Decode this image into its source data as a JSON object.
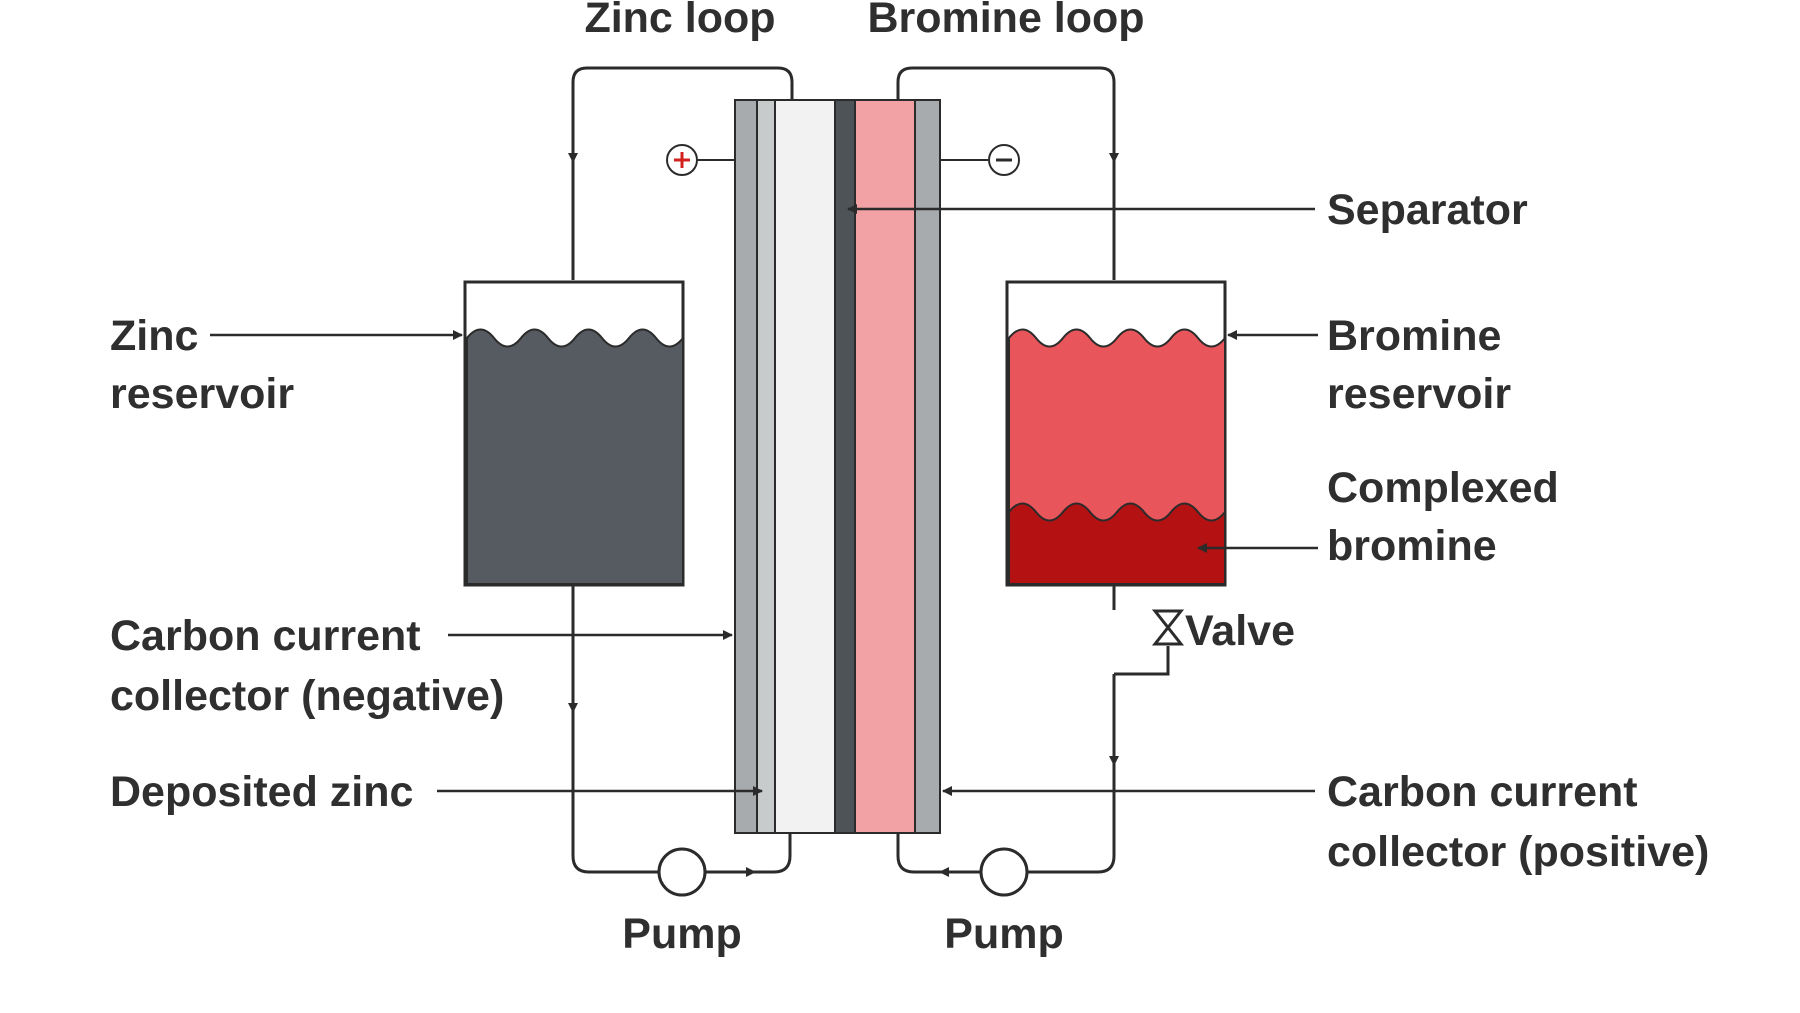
{
  "labels": {
    "zinc_loop": "Zinc loop",
    "bromine_loop": "Bromine loop",
    "separator": "Separator",
    "zinc_reservoir_1": "Zinc",
    "zinc_reservoir_2": "reservoir",
    "bromine_reservoir_1": "Bromine",
    "bromine_reservoir_2": "reservoir",
    "complexed_bromine_1": "Complexed",
    "complexed_bromine_2": "bromine",
    "valve": "Valve",
    "carbon_negative_1": "Carbon current",
    "carbon_negative_2": "collector (negative)",
    "deposited_zinc": "Deposited zinc",
    "carbon_positive_1": "Carbon current",
    "carbon_positive_2": "collector (positive)",
    "pump_left": "Pump",
    "pump_right": "Pump",
    "terminal_positive": "+",
    "terminal_negative": "−"
  },
  "colors": {
    "line": "#2b2b2b",
    "zinc_electrolyte": "#555b60",
    "bromine_electrolyte": "#e8555b",
    "complexed_bromine": "#b41212",
    "bromine_half_cell": "#f2a1a5",
    "collector_grey": "#a7abad",
    "deposited_zinc_grey": "#c8cbcc",
    "zinc_half_cell": "#f2f2f2",
    "separator": "#4d5357",
    "terminal_red": "#d32020"
  }
}
